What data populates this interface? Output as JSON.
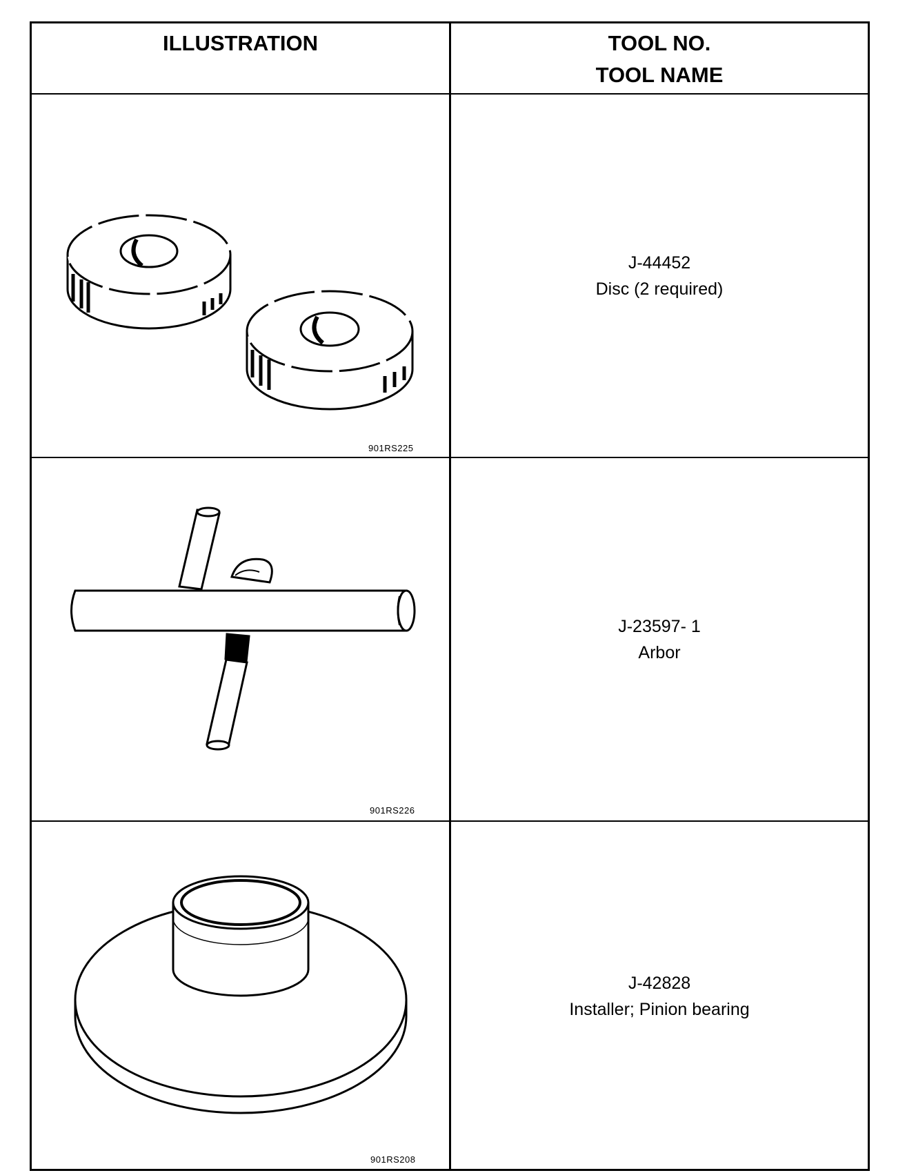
{
  "header": {
    "illustration": "ILLUSTRATION",
    "tool_no": "TOOL NO.",
    "tool_name": "TOOL NAME"
  },
  "rows": [
    {
      "image_code": "901RS225",
      "tool_no": "J-44452",
      "tool_name": "Disc (2 required)",
      "icon": "disc-pair-icon"
    },
    {
      "image_code": "901RS226",
      "tool_no": "J-23597- 1",
      "tool_name": "Arbor",
      "icon": "arbor-icon"
    },
    {
      "image_code": "901RS208",
      "tool_no": "J-42828",
      "tool_name": "Installer; Pinion bearing",
      "icon": "installer-icon"
    }
  ]
}
